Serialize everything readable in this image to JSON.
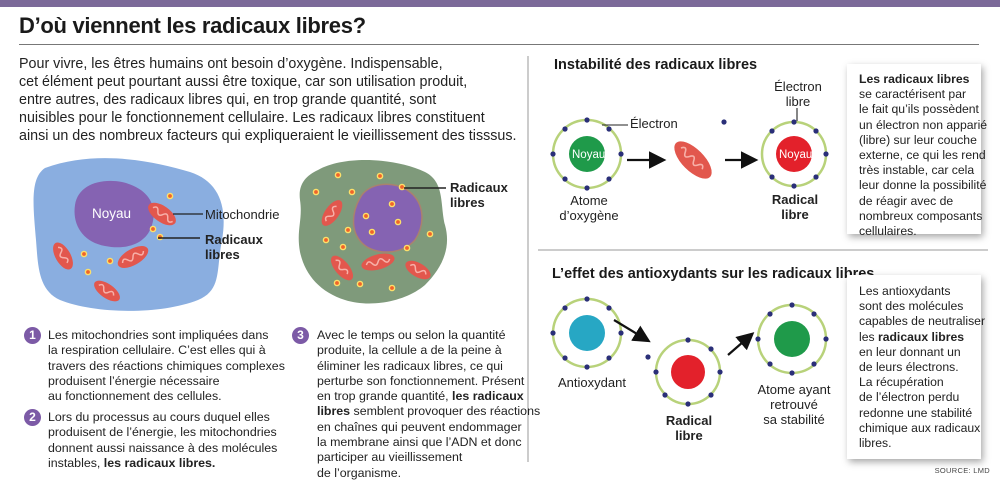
{
  "title": "D’où viennent les radicaux libres?",
  "intro": [
    "Pour vivre, les êtres humains ont besoin d’oxygène. Indispensable,",
    "cet élément peut pourtant aussi être toxique, car son utilisation produit,",
    "entre autres, des radicaux libres qui, en trop grande quantité, sont",
    "nuisibles pour le fonctionnement cellulaire. Les radicaux libres constituent",
    "ainsi un des nombreux facteurs qui expliqueraient le vieillissement des tisssus."
  ],
  "cell_labels": {
    "noyau": "Noyau",
    "mitochondrie": "Mitochondrie",
    "radicaux_libres_1": [
      "Radicaux",
      "libres"
    ],
    "radicaux_libres_2": [
      "Radicaux",
      "libres"
    ]
  },
  "steps": [
    {
      "num": "1",
      "lines": [
        "Les mitochondries sont impliquées dans",
        "la respiration cellulaire. C’est elles qui à",
        "travers des réactions chimiques complexes",
        "produisent l’énergie nécessaire",
        "au fonctionnement des cellules."
      ]
    },
    {
      "num": "2",
      "lines": [
        "Lors du processus au cours duquel elles",
        "produisent de l’énergie, les mitochondries",
        "donnent aussi naissance à des molécules",
        "instables, "
      ],
      "bold_tail": "les radicaux libres."
    },
    {
      "num": "3",
      "lines_before": [
        "Avec le temps ou selon la quantité",
        "produite, la cellule a de la peine à",
        "éliminer les radicaux libres, ce qui",
        "perturbe son fonctionnement. Présent"
      ],
      "line_mixed": {
        "pre": "en trop grande quantité, ",
        "bold": "les radicaux"
      },
      "line_mixed2": {
        "bold": "libres",
        "post": " semblent provoquer des réactions"
      },
      "lines_after": [
        "en chaînes qui peuvent endommager",
        "la membrane ainsi que l’ADN et donc",
        "participer au vieillissement",
        "de l’organisme."
      ]
    }
  ],
  "instability": {
    "title": "Instabilité des radicaux libres",
    "electron": "Électron",
    "noyau1": "Noyau",
    "noyau2": "Noyau",
    "atome": [
      "Atome",
      "d’oxygène"
    ],
    "electron_libre": [
      "Électron",
      "libre"
    ],
    "radical_libre": [
      "Radical",
      "libre"
    ],
    "box_bold": "Les radicaux libres",
    "box_lines": [
      "se caractérisent par",
      "le fait qu’ils possèdent",
      "un électron non apparié",
      "(libre) sur leur couche",
      "externe, ce qui les rend",
      "très instable, car cela",
      "leur donne la possibilité",
      "de réagir avec de",
      "nombreux composants",
      "cellulaires."
    ]
  },
  "antioxidants": {
    "title": "L’effet des antioxydants sur les radicaux libres",
    "antioxydant": "Antioxydant",
    "radical_libre": [
      "Radical",
      "libre"
    ],
    "atome_stable": [
      "Atome ayant",
      "retrouvé",
      "sa stabilité"
    ],
    "box_lines_a": [
      "Les antioxydants",
      "sont des molécules",
      "capables de neutraliser",
      "les "
    ],
    "box_bold": "radicaux libres",
    "box_lines_b": [
      "en leur donnant un",
      "de leurs électrons.",
      "La récupération",
      "de l’électron perdu",
      "redonne une stabilité",
      "chimique aux radicaux",
      "libres."
    ]
  },
  "source": "SOURCE: LMD",
  "colors": {
    "accent": "#7c6a99",
    "badge": "#7c5aa6",
    "nucleus_green": "#1f9a4a",
    "radical_red": "#e3212b",
    "antiox_blue": "#27a7c4",
    "orbit": "#b8d27a",
    "electron": "#2a2f78"
  }
}
